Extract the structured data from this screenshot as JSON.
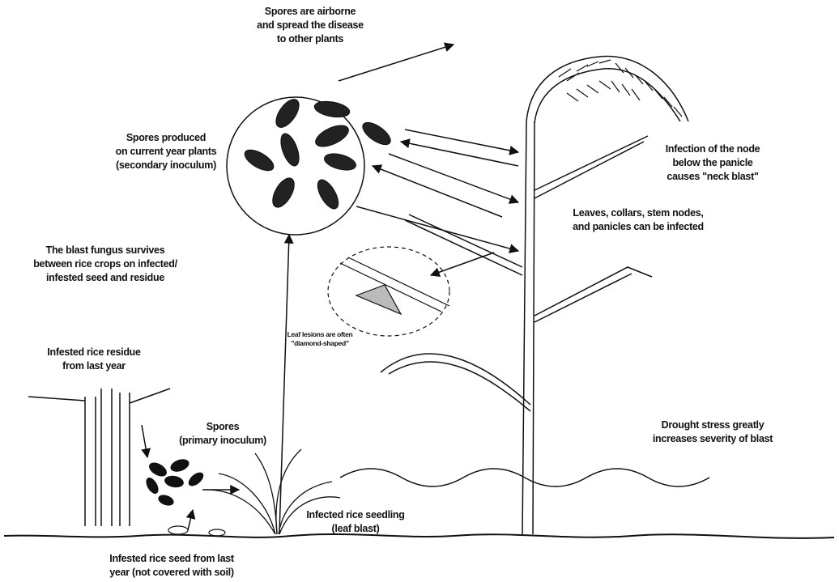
{
  "labels": {
    "airborne": [
      "Spores are airborne",
      "and spread the disease",
      "to other plants"
    ],
    "secondary": [
      "Spores produced",
      "on current year plants",
      "(secondary inoculum)"
    ],
    "neck": [
      "Infection of the node",
      "below the panicle",
      "causes \"neck blast\""
    ],
    "parts": [
      "Leaves, collars, stem nodes,",
      "and panicles can be infected"
    ],
    "survives": [
      "The blast fungus survives",
      "between rice crops on infected/",
      "infested seed and residue"
    ],
    "lesions": [
      "Leaf lesions are often",
      "\"diamond-shaped\""
    ],
    "residue": [
      "Infested rice residue",
      "from last year"
    ],
    "primary": [
      "Spores",
      "(primary inoculum)"
    ],
    "drought": [
      "Drought stress greatly",
      "increases severity of blast"
    ],
    "seedling": [
      "Infected rice seedling",
      "(leaf blast)"
    ],
    "seed": [
      "Infested rice seed from last",
      "year (not covered with soil)"
    ]
  }
}
